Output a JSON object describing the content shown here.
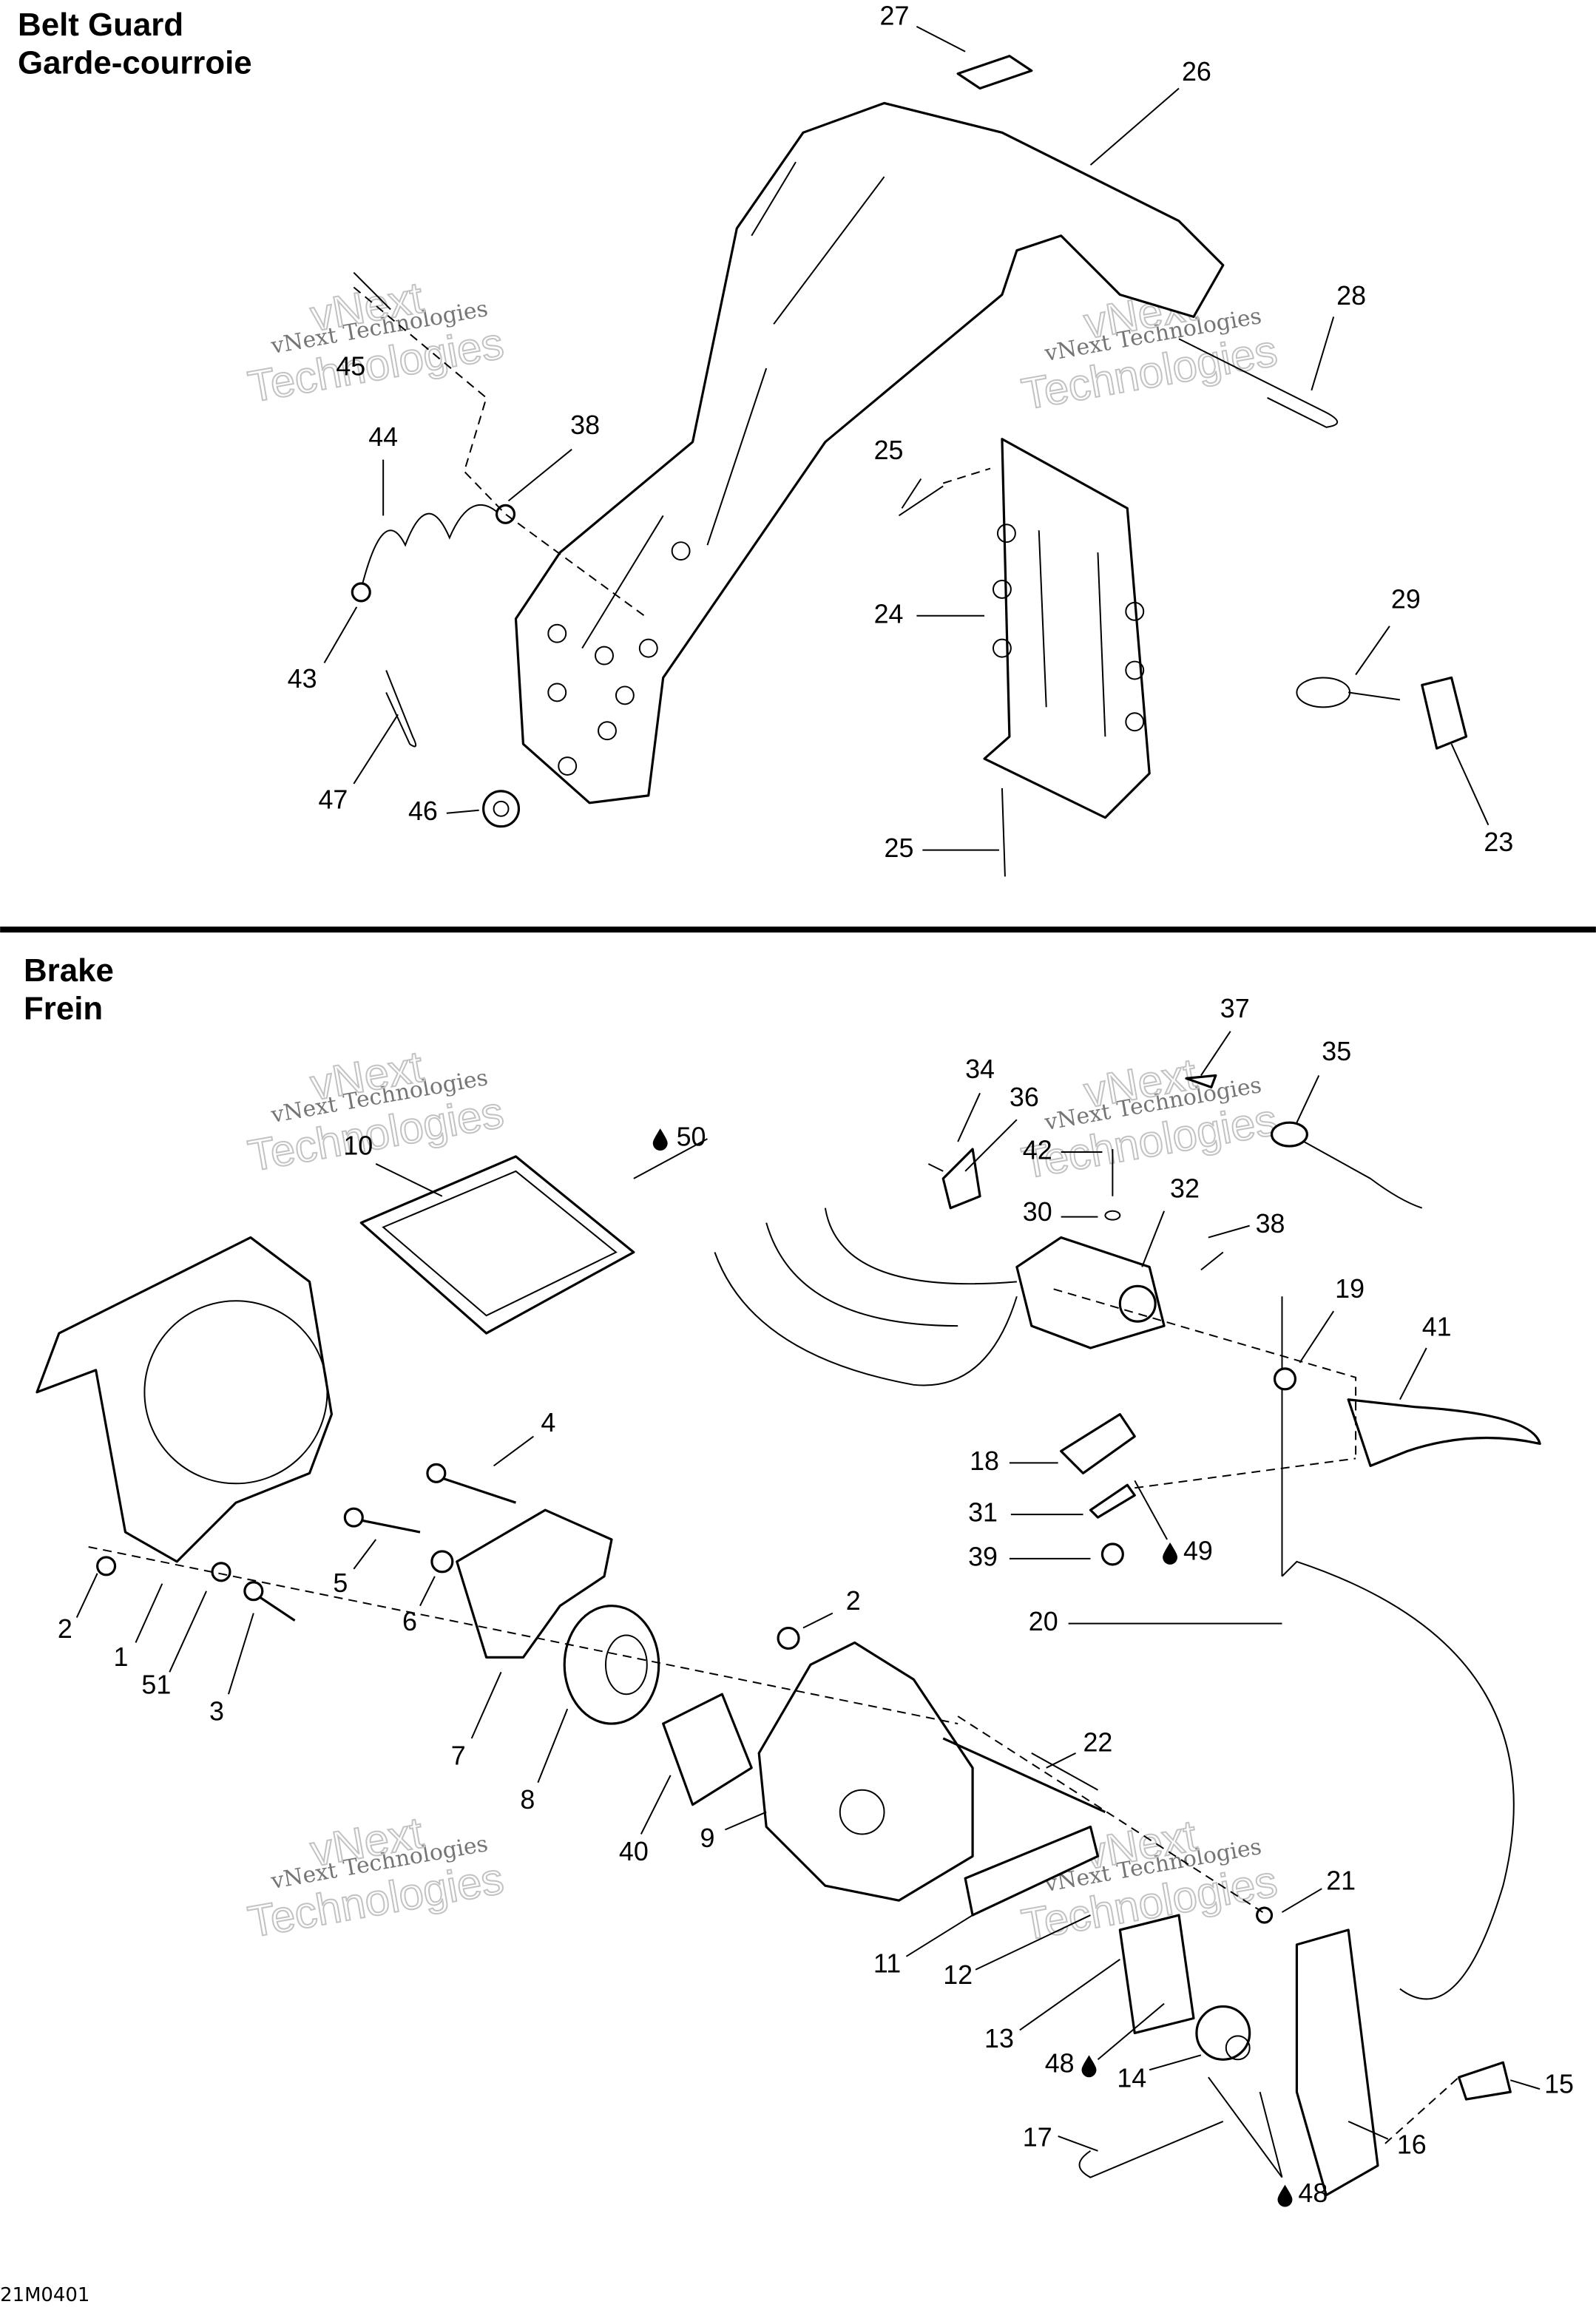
{
  "sections": {
    "belt_guard": {
      "title_en": "Belt Guard",
      "title_fr": "Garde-courroie"
    },
    "brake": {
      "title_en": "Brake",
      "title_fr": "Frein"
    }
  },
  "diagram_code": "21M0401",
  "watermark": {
    "line1": "vNext Technologies",
    "big1": "vNext",
    "big2": "Technologies"
  },
  "lubricant_icon": "oil-drop-icon",
  "callouts_top": [
    "27",
    "26",
    "28",
    "45",
    "44",
    "38",
    "25",
    "24",
    "29",
    "43",
    "47",
    "46",
    "25",
    "23"
  ],
  "callouts_bottom": [
    "37",
    "34",
    "35",
    "36",
    "50",
    "10",
    "42",
    "32",
    "30",
    "38",
    "19",
    "41",
    "4",
    "18",
    "31",
    "49",
    "39",
    "5",
    "6",
    "2",
    "2",
    "1",
    "51",
    "3",
    "20",
    "7",
    "22",
    "8",
    "40",
    "9",
    "21",
    "11",
    "12",
    "13",
    "48",
    "14",
    "15",
    "16",
    "17",
    "48"
  ]
}
